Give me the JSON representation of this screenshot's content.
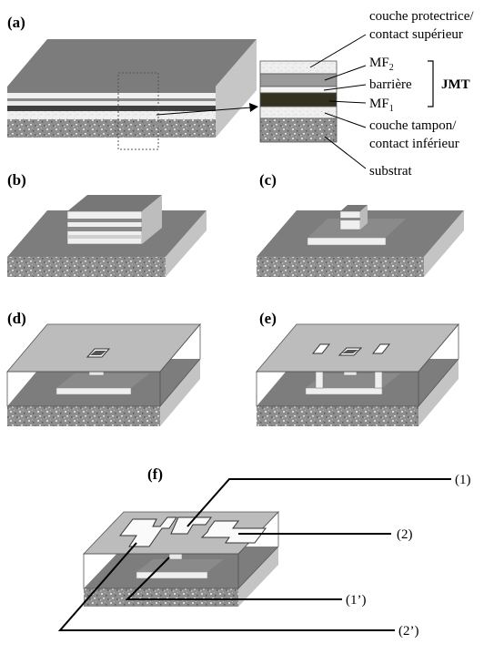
{
  "panels": {
    "a": "(a)",
    "b": "(b)",
    "c": "(c)",
    "d": "(d)",
    "e": "(e)",
    "f": "(f)"
  },
  "stack_labels": {
    "top_layer_line1": "couche protectrice/",
    "top_layer_line2": "contact supérieur",
    "mf2_base": "MF",
    "mf2_sub": "2",
    "barrier": "barrière",
    "mf1_base": "MF",
    "mf1_sub": "1",
    "buffer_line1": "couche tampon/",
    "buffer_line2": "contact inférieur",
    "substrate": "substrat",
    "junction": "JMT"
  },
  "callouts": {
    "c1": "(1)",
    "c2": "(2)",
    "c1p": "(1’)",
    "c2p": "(2’)"
  },
  "colors": {
    "dark_gray": "#7a7a7a",
    "mid_gray": "#9a9a9a",
    "light_gray": "#c9c9c9",
    "white_layer": "#f1f1f1",
    "mf1_dark": "#34311f"
  }
}
